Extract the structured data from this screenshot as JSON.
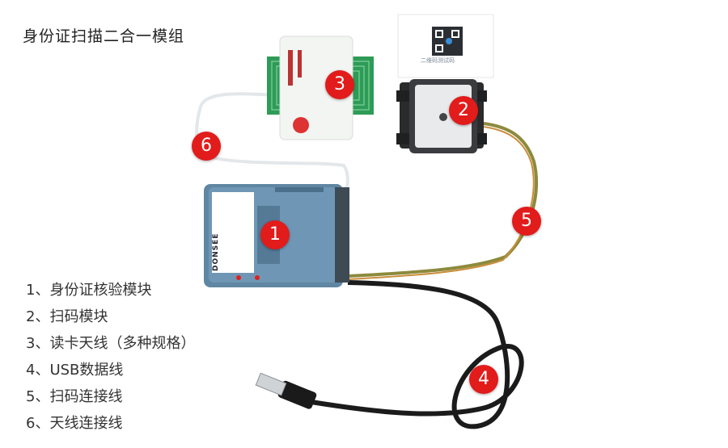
{
  "title": "身份证扫描二合一模组",
  "legend": [
    "1、身份证核验模块",
    "2、扫码模块",
    "3、读卡天线（多种规格）",
    "4、USB数据线",
    "5、扫码连接线",
    "6、天线连接线"
  ],
  "badges": [
    "1",
    "2",
    "3",
    "4",
    "5",
    "6"
  ],
  "device_brand": "DONSEE",
  "qr_caption": "二维码测试码",
  "colors": {
    "badge": "#e21b1b",
    "module_body": "#5f86a3",
    "antenna_pcb": "#2e9b57"
  }
}
